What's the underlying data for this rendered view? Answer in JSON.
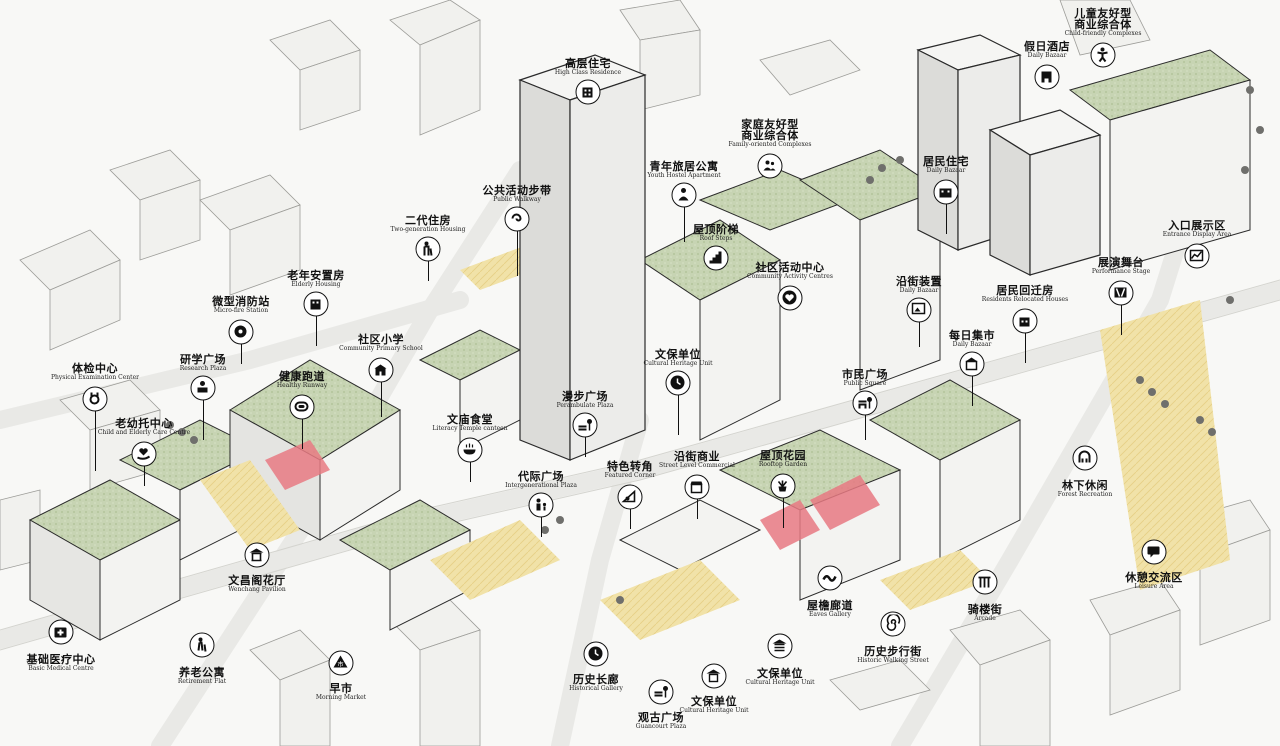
{
  "palette": {
    "building_fill": "#f2f2f0",
    "building_stroke": "#2a2a2a",
    "roof_green": "#c9d6b4",
    "road": "#ffffff",
    "plaza_yellow": "#f3e3a5",
    "accent_red": "#e36f78",
    "tower_fill": "#ebebe9"
  },
  "labels": [
    {
      "id": "high-rise-residence",
      "zh": "高层住宅",
      "en": "High Class Residence",
      "icon": "building-icon"
    },
    {
      "id": "child-friendly-complex",
      "zh": "儿童友好型\n商业综合体",
      "en": "Child-friendly Complexes",
      "icon": "child-icon"
    },
    {
      "id": "holiday-hotel",
      "zh": "假日酒店",
      "en": "Daily Bazaar",
      "icon": "hotel-icon"
    },
    {
      "id": "family-complex",
      "zh": "家庭友好型\n商业综合体",
      "en": "Family-oriented Complexes",
      "icon": "family-icon"
    },
    {
      "id": "youth-hostel",
      "zh": "青年旅居公寓",
      "en": "Youth Hostel Apartment",
      "icon": "person-icon"
    },
    {
      "id": "public-walkway",
      "zh": "公共活动步带",
      "en": "Public Walkway",
      "icon": "swirl-icon"
    },
    {
      "id": "resident-housing",
      "zh": "居民住宅",
      "en": "Daily Bazaar",
      "icon": "apartment-icon"
    },
    {
      "id": "entrance-display",
      "zh": "入口展示区",
      "en": "Entrance Display Area",
      "icon": "chart-icon"
    },
    {
      "id": "roof-steps",
      "zh": "屋顶阶梯",
      "en": "Roof Steps",
      "icon": "stairs-icon"
    },
    {
      "id": "two-generation-housing",
      "zh": "二代住房",
      "en": "Two-generation Housing",
      "icon": "elder-icon"
    },
    {
      "id": "performance-stage",
      "zh": "展演舞台",
      "en": "Performance Stage",
      "icon": "stage-icon"
    },
    {
      "id": "community-activity",
      "zh": "社区活动中心",
      "en": "Community Activity Centres",
      "icon": "heart-icon"
    },
    {
      "id": "street-facade",
      "zh": "沿街装置",
      "en": "Daily Bazaar",
      "icon": "signboard-icon"
    },
    {
      "id": "elderly-housing",
      "zh": "老年安置房",
      "en": "Elderly Housing",
      "icon": "housing-icon"
    },
    {
      "id": "relocated-housing",
      "zh": "居民回迁房",
      "en": "Residents Relocated Houses",
      "icon": "house-icon"
    },
    {
      "id": "micro-fire-station",
      "zh": "微型消防站",
      "en": "Micro-fire Station",
      "icon": "fire-icon"
    },
    {
      "id": "community-school",
      "zh": "社区小学",
      "en": "Community Primary School",
      "icon": "school-icon"
    },
    {
      "id": "daily-market",
      "zh": "每日集市",
      "en": "Daily Bazaar",
      "icon": "market-icon"
    },
    {
      "id": "research-plaza",
      "zh": "研学广场",
      "en": "Research Plaza",
      "icon": "reading-icon"
    },
    {
      "id": "cultural-unit-center",
      "zh": "文保单位",
      "en": "Cultural Heritage Unit",
      "icon": "clock-icon"
    },
    {
      "id": "health-center",
      "zh": "体检中心",
      "en": "Physical Examination Center",
      "icon": "stethoscope-icon"
    },
    {
      "id": "healthy-runway",
      "zh": "健康跑道",
      "en": "Healthy Runway",
      "icon": "track-icon"
    },
    {
      "id": "civic-plaza",
      "zh": "市民广场",
      "en": "Public Square",
      "icon": "bench-icon"
    },
    {
      "id": "leisure-plaza",
      "zh": "漫步广场",
      "en": "Perambulate Plaza",
      "icon": "lounge-icon"
    },
    {
      "id": "child-elderly-care",
      "zh": "老幼托中心",
      "en": "Child and Elderly Care Centre",
      "icon": "care-icon"
    },
    {
      "id": "temple-canteen",
      "zh": "文庙食堂",
      "en": "Literacy Temple canteen",
      "icon": "food-icon"
    },
    {
      "id": "street-commercial",
      "zh": "沿街商业",
      "en": "Street Level Commercial",
      "icon": "shop-icon"
    },
    {
      "id": "roof-garden",
      "zh": "屋顶花园",
      "en": "Rooftop Garden",
      "icon": "plant-icon"
    },
    {
      "id": "forest-recreation",
      "zh": "林下休闲",
      "en": "Forest Recreation",
      "icon": "tree-icon"
    },
    {
      "id": "intergenerational-plaza",
      "zh": "代际广场",
      "en": "Intergenerational Plaza",
      "icon": "generations-icon"
    },
    {
      "id": "featured-corner",
      "zh": "特色转角",
      "en": "Featured Corner",
      "icon": "corner-icon"
    },
    {
      "id": "wenchang-pavilion",
      "zh": "文昌阁花厅",
      "en": "Wenchang Pavilion",
      "icon": "pavilion-icon"
    },
    {
      "id": "leisure-area",
      "zh": "休憩交流区",
      "en": "Leisure Area",
      "icon": "chat-icon"
    },
    {
      "id": "arcade",
      "zh": "骑楼街",
      "en": "Arcade",
      "icon": "arcade-icon"
    },
    {
      "id": "corridor-gallery",
      "zh": "屋檐廊道",
      "en": "Eaves Gallery",
      "icon": "wave-icon"
    },
    {
      "id": "basic-medical",
      "zh": "基础医疗中心",
      "en": "Basic Medical Centre",
      "icon": "medical-icon"
    },
    {
      "id": "historic-street",
      "zh": "历史步行街",
      "en": "Historic Walking Street",
      "icon": "spiral-icon"
    },
    {
      "id": "retirement-flat",
      "zh": "养老公寓",
      "en": "Retirement Flat",
      "icon": "cane-icon"
    },
    {
      "id": "morning-market",
      "zh": "早市",
      "en": "Morning Market",
      "icon": "market-tag-icon"
    },
    {
      "id": "historical-gallery",
      "zh": "历史长廊",
      "en": "Historical Gallery",
      "icon": "clock2-icon"
    },
    {
      "id": "cultural-unit-south",
      "zh": "文保单位",
      "en": "Cultural Heritage Unit",
      "icon": "temple-icon"
    },
    {
      "id": "cultural-unit-southwest",
      "zh": "文保单位",
      "en": "Cultural Heritage Unit",
      "icon": "temple2-icon"
    },
    {
      "id": "viewing-plaza",
      "zh": "观古广场",
      "en": "Guancourt Plaza",
      "icon": "sofa-icon"
    }
  ]
}
